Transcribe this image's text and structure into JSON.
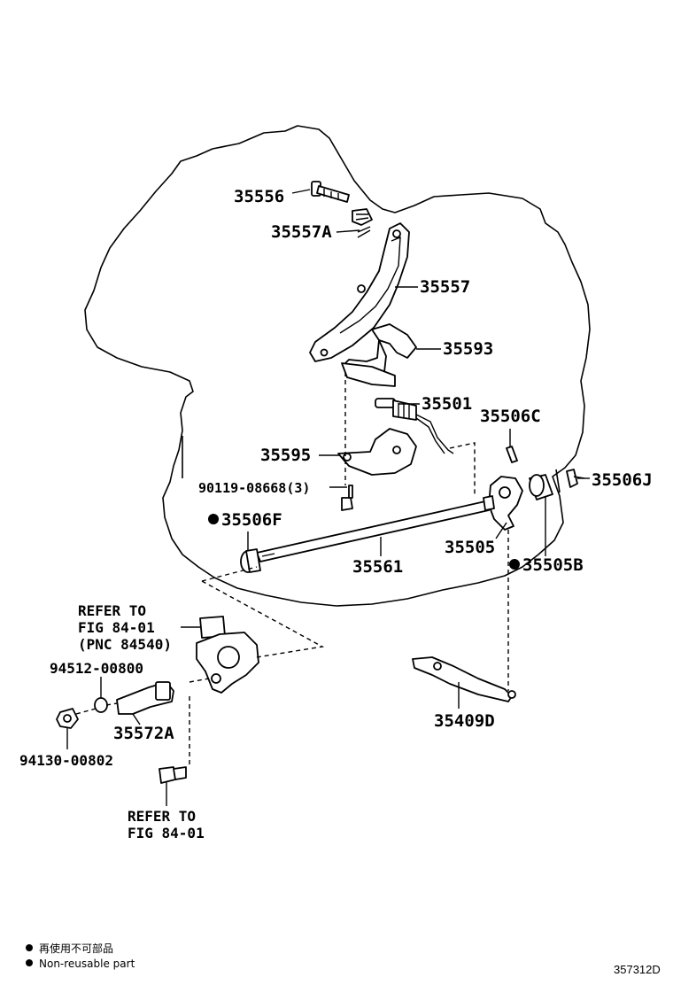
{
  "parts": {
    "p35556": "35556",
    "p35557A": "35557A",
    "p35557": "35557",
    "p35593": "35593",
    "p35501": "35501",
    "p35506C": "35506C",
    "p35595": "35595",
    "p35506J": "35506J",
    "p90119": "90119-08668(3)",
    "p35506F": "35506F",
    "p35505": "35505",
    "p35561": "35561",
    "p35505B": "35505B",
    "p94512": "94512-00800",
    "p94130": "94130-00802",
    "p35572A": "35572A",
    "p35409D": "35409D"
  },
  "refer1": {
    "line1": "REFER TO",
    "line2": "FIG 84-01",
    "line3": "(PNC 84540)"
  },
  "refer2": {
    "line1": "REFER TO",
    "line2": "FIG 84-01"
  },
  "legend": {
    "japanese": "再使用不可部品",
    "english": "Non-reusable part"
  },
  "diagram_code": "357312D",
  "colors": {
    "line": "#000000",
    "background": "#ffffff"
  }
}
